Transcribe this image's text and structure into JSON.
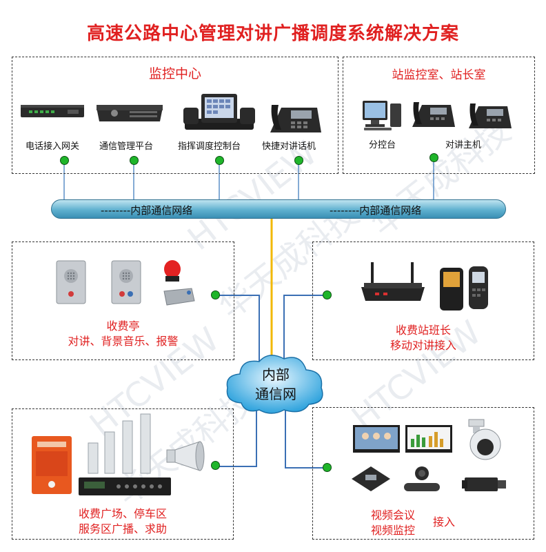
{
  "title": "高速公路中心管理对讲广播调度系统解决方案",
  "monitor_center": {
    "title": "监控中心",
    "devices": [
      "电话接入网关",
      "通信管理平台",
      "指挥调度控制台",
      "快捷对讲话机"
    ]
  },
  "station_room": {
    "title": "站监控室、站长室",
    "devices": [
      "分控台",
      "对讲主机"
    ]
  },
  "network_bus": {
    "label_left": "--------内部通信网络",
    "label_right": "--------内部通信网络"
  },
  "cloud": {
    "line1": "内部",
    "line2": "通信网"
  },
  "toll_booth": {
    "line1": "收费亭",
    "line2": "对讲、背景音乐、报警"
  },
  "toll_leader": {
    "line1": "收费站班长",
    "line2": "移动对讲接入"
  },
  "broadcast": {
    "line1": "收费广场、停车区",
    "line2": "服务区广播、求助"
  },
  "video": {
    "line1": "视频会议",
    "line2": "视频监控",
    "side": "接入"
  },
  "watermarks": [
    "HTCVIEW",
    "华天成科技",
    "HTCVIEW",
    "华天成科技",
    "HTCVIEW",
    "华天成科技"
  ],
  "colors": {
    "accent": "#e02020",
    "dot": "#1fb52a",
    "line_blue": "#3a6fb4",
    "line_yellow": "#f2b800"
  }
}
